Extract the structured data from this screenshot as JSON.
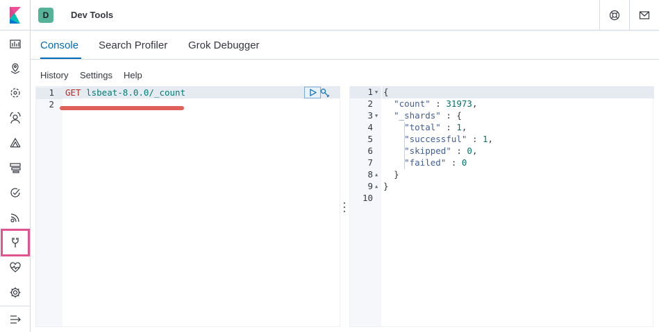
{
  "header": {
    "avatar_initial": "D",
    "title": "Dev Tools",
    "help_icon": "help-lifebuoy-icon",
    "mail_icon": "mail-icon"
  },
  "leftnav": {
    "items": [
      {
        "icon": "overview-icon"
      },
      {
        "icon": "maps-icon"
      },
      {
        "icon": "ml-icon"
      },
      {
        "icon": "security-icon"
      },
      {
        "icon": "observability-icon"
      },
      {
        "icon": "management-icon"
      },
      {
        "icon": "uptime-icon"
      },
      {
        "icon": "fleet-icon"
      },
      {
        "icon": "dev-tools-icon",
        "active": true
      },
      {
        "icon": "stack-monitoring-icon"
      },
      {
        "icon": "settings-icon"
      }
    ],
    "collapse_icon": "menu-collapse-icon"
  },
  "tabs": [
    {
      "label": "Console",
      "active": true
    },
    {
      "label": "Search Profiler"
    },
    {
      "label": "Grok Debugger"
    }
  ],
  "menu": {
    "history": "History",
    "settings": "Settings",
    "help": "Help"
  },
  "request": {
    "line_numbers": [
      "1",
      "2"
    ],
    "method": "GET",
    "path": "lsbeat-8.0.0/_count"
  },
  "response": {
    "line_numbers": [
      "1",
      "2",
      "3",
      "4",
      "5",
      "6",
      "7",
      "8",
      "9",
      "10"
    ],
    "lines": {
      "l1": "{",
      "l2_key": "\"count\"",
      "l2_val": "31973",
      "l3_key": "\"_shards\"",
      "l4_key": "\"total\"",
      "l4_val": "1",
      "l5_key": "\"successful\"",
      "l5_val": "1",
      "l6_key": "\"skipped\"",
      "l6_val": "0",
      "l7_key": "\"failed\"",
      "l7_val": "0",
      "l8": "}",
      "l9": "}"
    }
  },
  "colors": {
    "accent": "#006bb8",
    "highlight": "#e0558f",
    "annotation": "#e0605a"
  }
}
